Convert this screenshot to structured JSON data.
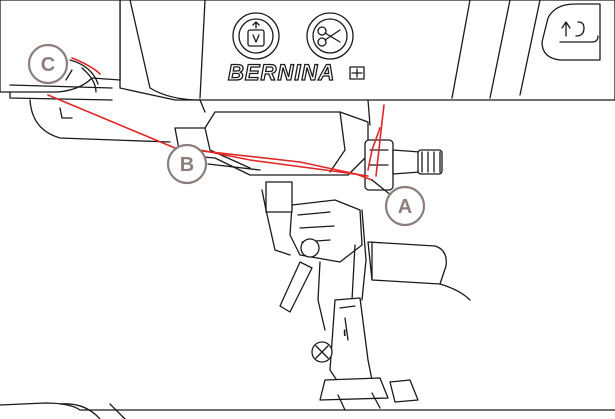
{
  "brand": {
    "name": "BERNINA"
  },
  "callouts": [
    {
      "id": "c",
      "label": "C"
    },
    {
      "id": "b",
      "label": "B"
    },
    {
      "id": "a",
      "label": "A"
    }
  ],
  "buttons": [
    {
      "name": "needle-stop-icon"
    },
    {
      "name": "thread-cutter-icon"
    },
    {
      "name": "reverse-stitch-icon"
    }
  ],
  "colors": {
    "thread": "#e32626",
    "callout": "#8c7f7b",
    "ink": "#1a1a1a"
  }
}
